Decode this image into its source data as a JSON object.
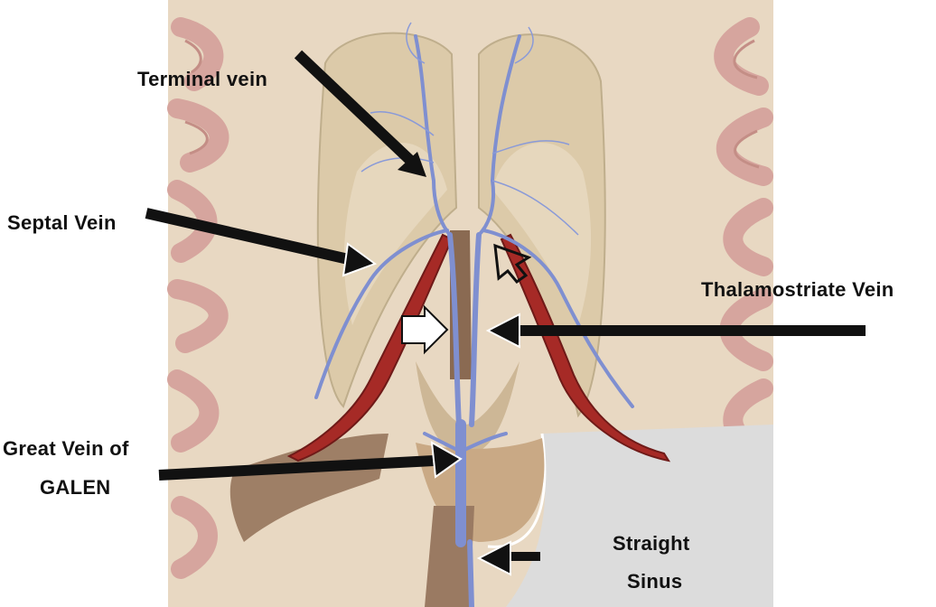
{
  "labels": {
    "terminal_vein": "Terminal vein",
    "septal_vein": "Septal Vein",
    "thalamostriate_vein": "Thalamostriate Vein",
    "great_vein_line1": "Great Vein of",
    "great_vein_line2": "GALEN",
    "straight_sinus_line1": "Straight",
    "straight_sinus_line2": "Sinus"
  },
  "colors": {
    "background": "#ffffff",
    "brain_tissue": "#e8d8c2",
    "gyri": "#d9a9a2",
    "ventricle": "#d8c7a8",
    "vein": "#7f8fd0",
    "choroid_plexus": "#a62a26",
    "arrow": "#111111",
    "sinus": "#dcdcdc"
  },
  "icons": [
    "solid-black-arrow",
    "outline-arrow"
  ]
}
